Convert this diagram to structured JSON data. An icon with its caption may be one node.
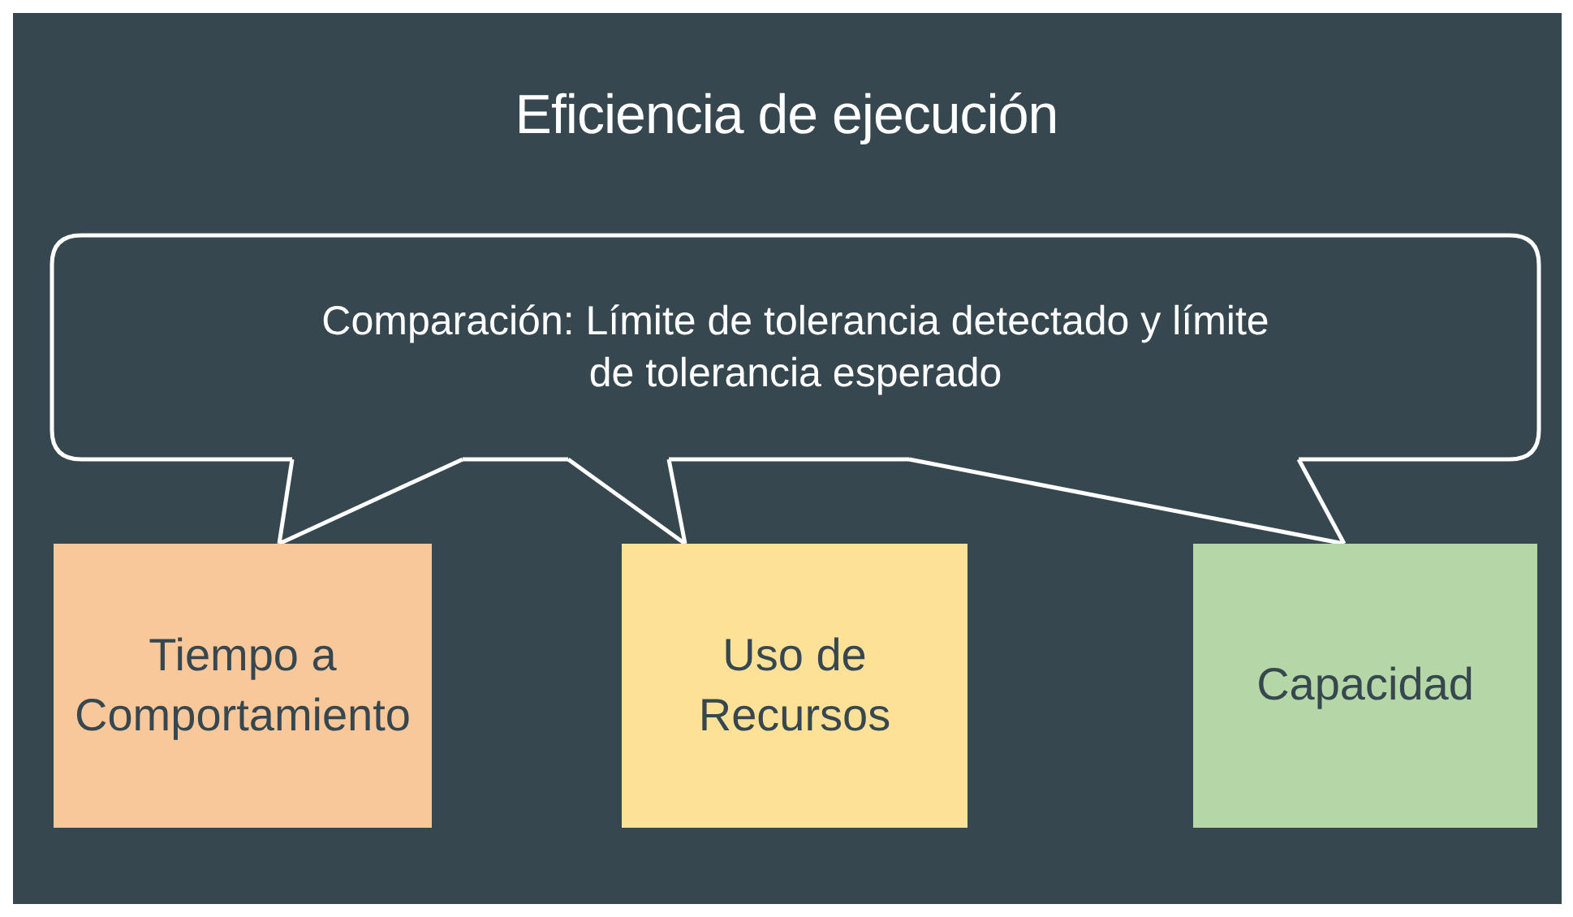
{
  "diagram": {
    "title": "Eficiencia de ejecución",
    "nodes": [
      {
        "text": [
          "Comparación: Límite de tolerancia detectado y límite de tolerancia esperado"
        ]
      },
      {
        "text": [
          "Tiempo a Comportamiento"
        ]
      },
      {
        "text": [
          "Uso de Recursos"
        ]
      },
      {
        "text": [
          "Capacidad"
        ]
      }
    ],
    "edges": [
      {
        "from": 0,
        "to": 1,
        "arrow": "none"
      },
      {
        "from": 0,
        "to": 2,
        "arrow": "none"
      },
      {
        "from": 0,
        "to": 3,
        "arrow": "none"
      }
    ]
  }
}
